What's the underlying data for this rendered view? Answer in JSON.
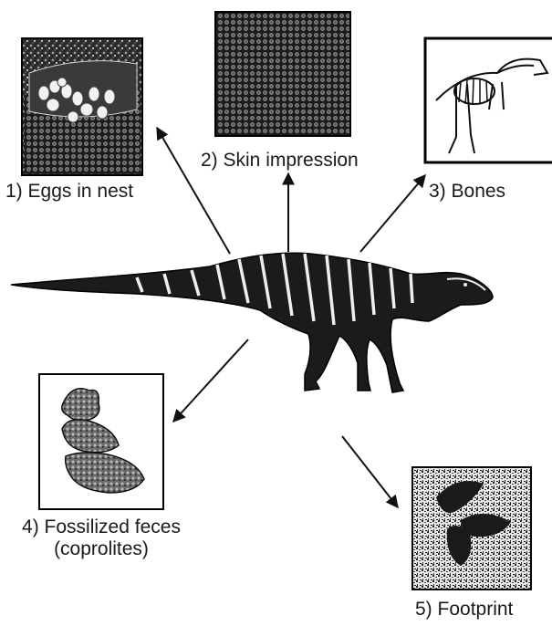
{
  "labels": {
    "eggs": "1) Eggs in nest",
    "skin": "2) Skin impression",
    "bones": "3) Bones",
    "feces_line1": "4) Fossilized feces",
    "feces_line2": "(coprolites)",
    "footprint": "5) Footprint"
  }
}
